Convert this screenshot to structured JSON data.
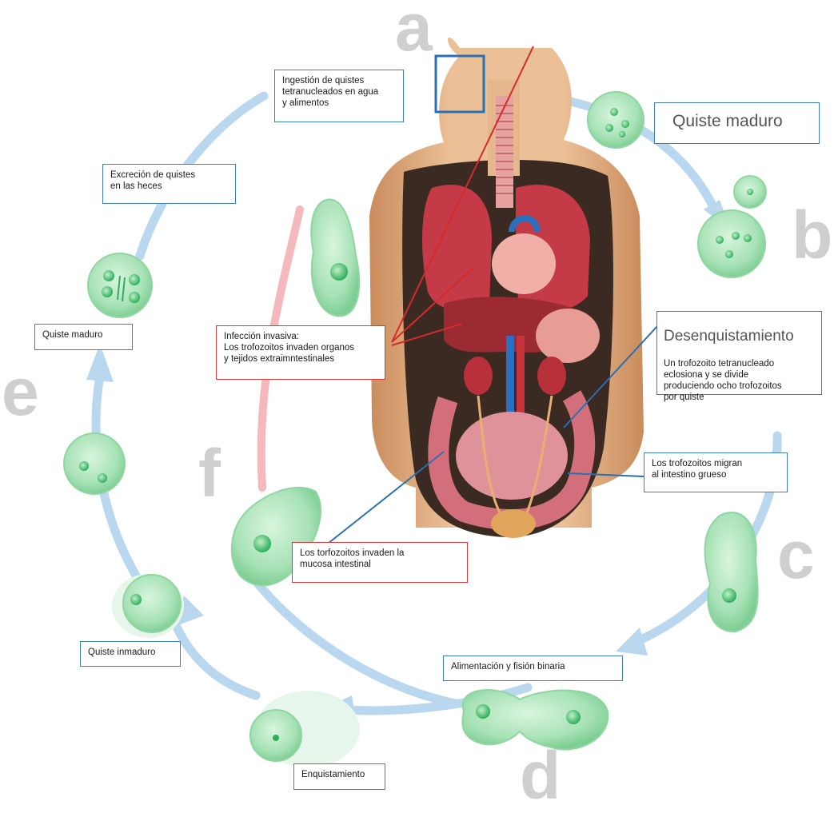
{
  "stage_letters": {
    "a": "a",
    "b": "b",
    "c": "c",
    "d": "d",
    "e": "e",
    "f": "f"
  },
  "labels": {
    "ingestion": "Ingestión de quistes\ntetranucleados en agua\ny alimentos",
    "quiste_maduro_top": "Quiste maduro",
    "excrecion": "Excreción de quistes\nen las heces",
    "quiste_maduro_left": "Quiste maduro",
    "infeccion_invasiva": "Infección invasiva:\nLos trofozoitos invaden organos\ny tejidos extraimntestinales",
    "desenquistamiento_title": "Desenquistamiento",
    "desenquistamiento_body": "Un trofozoito tetranucleado\neclosiona y se divide\nproduciendo ocho trofozoitos\npor quiste",
    "migran": "Los trofozoitos migran\nal intestino grueso",
    "invaden_mucosa": "Los torfozoitos invaden la\nmucosa intestinal",
    "alimentacion": "Alimentación y fisión binaria",
    "quiste_inmaduro": "Quiste inmaduro",
    "enquistamiento": "Enquistamiento"
  },
  "colors": {
    "blue_border": "#3f7fb8",
    "red_border": "#d83a3a",
    "cycle_arrow": "#b9d7ee",
    "invasive_arc": "#f4b8bd",
    "cell_fill": "#9fdcae",
    "cell_dark": "#3fb86a",
    "stage_letter": "#cfcfcf",
    "skin": "#e6b68c",
    "body_cavity": "#3a2a22"
  }
}
